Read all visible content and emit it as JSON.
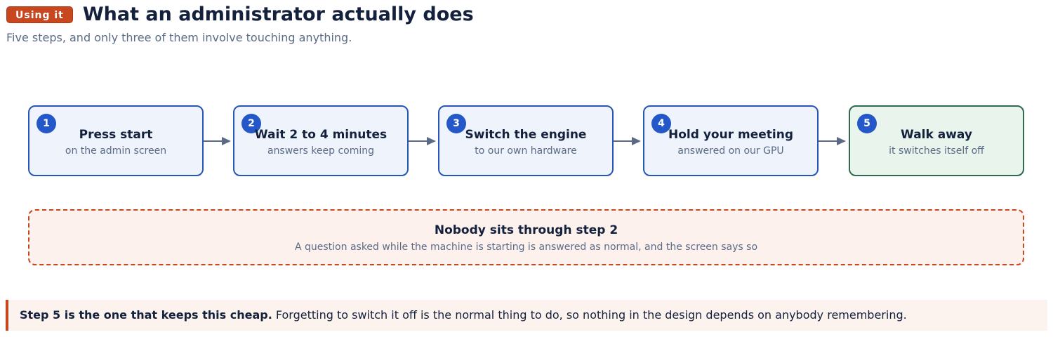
{
  "header": {
    "badge": "Using it",
    "title": "What an administrator actually does",
    "subtitle": "Five steps, and only three of them involve touching anything."
  },
  "steps": [
    {
      "num": "1",
      "title": "Press start",
      "sub": "on the admin screen"
    },
    {
      "num": "2",
      "title": "Wait 2 to 4 minutes",
      "sub": "answers keep coming"
    },
    {
      "num": "3",
      "title": "Switch the engine",
      "sub": "to our own hardware"
    },
    {
      "num": "4",
      "title": "Hold your meeting",
      "sub": "answered on our GPU"
    },
    {
      "num": "5",
      "title": "Walk away",
      "sub": "it switches itself off"
    }
  ],
  "note": {
    "title": "Nobody sits through step 2",
    "sub": "A question asked while the machine is starting is answered as normal, and the screen says so"
  },
  "callout": {
    "bold": "Step 5 is the one that keeps this cheap.",
    "text": " Forgetting to switch it off is the normal thing to do, so nothing in the design depends on anybody remembering."
  },
  "colors": {
    "accent": "#c8471e",
    "step_border": "#2856b8",
    "step_fill": "#eef3fc",
    "final_border": "#2e6a4f",
    "final_fill": "#e9f4ec",
    "number_fill": "#2458c9",
    "arrow": "#5b6b86"
  }
}
